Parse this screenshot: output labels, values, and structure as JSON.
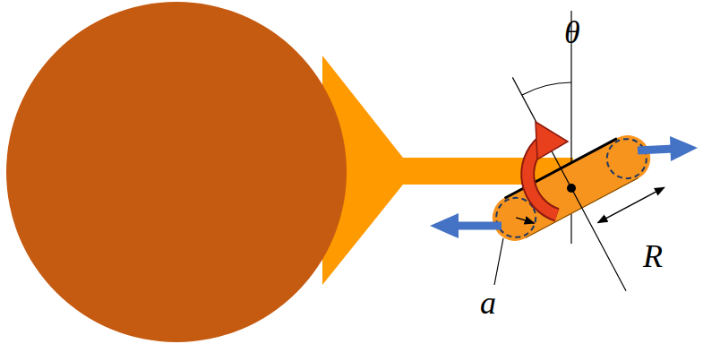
{
  "diagram": {
    "labels": [
      "θ",
      "a",
      "R"
    ]
  }
}
